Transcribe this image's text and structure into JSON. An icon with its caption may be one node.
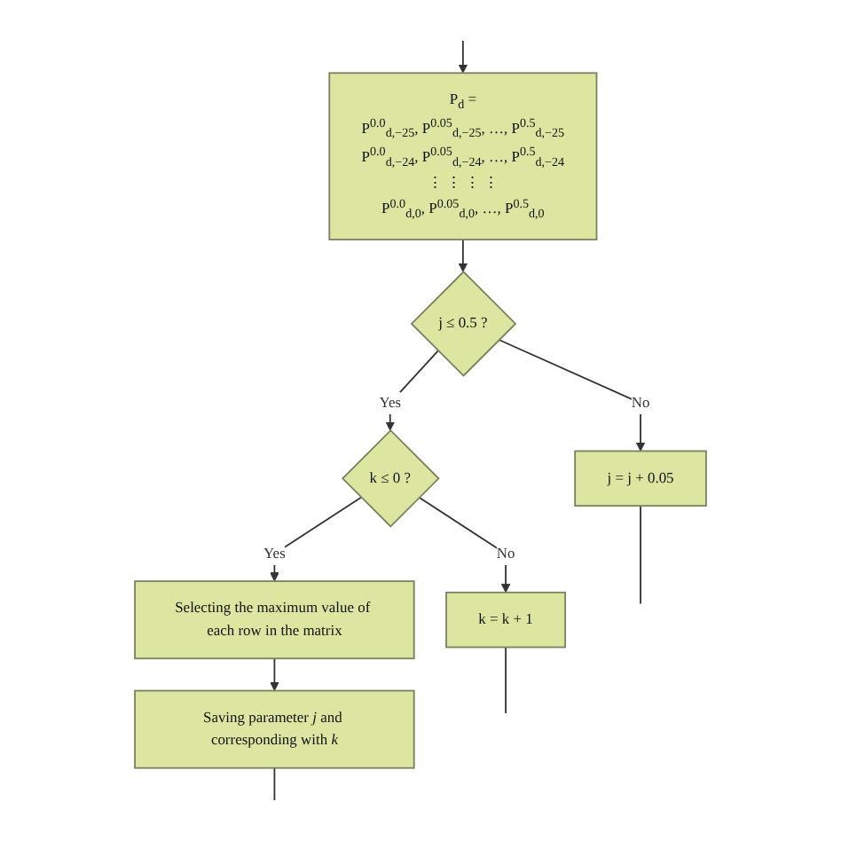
{
  "diagram": {
    "nodes": [
      {
        "text": [
          "P$_{d}$ =",
          "P$^{0.0}$$_{d,−25}$, P$^{0.05}$$_{d,−25}$, …, P$^{0.5}$$_{d,−25}$",
          "P$^{0.0}$$_{d,−24}$, P$^{0.05}$$_{d,−24}$, …, P$^{0.5}$$_{d,−24}$",
          "⋮ ⋮ ⋮ ⋮",
          "P$^{0.0}$$_{d,0}$, P$^{0.05}$$_{d,0}$, …, P$^{0.5}$$_{d,0}$"
        ]
      },
      {
        "text": [
          "j = j + 0.05"
        ]
      },
      {
        "text": [
          "k = k + 1"
        ]
      },
      {
        "text": [
          "j ≤ 0.5 ?"
        ]
      },
      {
        "text": [
          "k ≤ 0 ?"
        ]
      },
      {
        "text": [
          "Selecting the maximum value of each row in the matrix"
        ]
      },
      {
        "text": [
          "Saving parameter *j* and corresponding with *k*"
        ]
      }
    ],
    "edges": [
      {
        "from": null,
        "to": 0,
        "arrow": "to"
      },
      {
        "from": 0,
        "to": 3,
        "arrow": "to"
      },
      {
        "from": 3,
        "to": 1,
        "label": "No",
        "arrow": "to"
      },
      {
        "from": 3,
        "to": 4,
        "label": "Yes",
        "arrow": "to"
      },
      {
        "from": 4,
        "to": 2,
        "label": "No",
        "arrow": "to"
      },
      {
        "from": 4,
        "to": 5,
        "label": "Yes",
        "arrow": "to"
      },
      {
        "from": 5,
        "to": 6,
        "arrow": "to"
      },
      {
        "from": 1,
        "to": null,
        "arrow": "none"
      },
      {
        "from": 2,
        "to": null,
        "arrow": "none"
      },
      {
        "from": 6,
        "to": null,
        "arrow": "none"
      }
    ]
  }
}
